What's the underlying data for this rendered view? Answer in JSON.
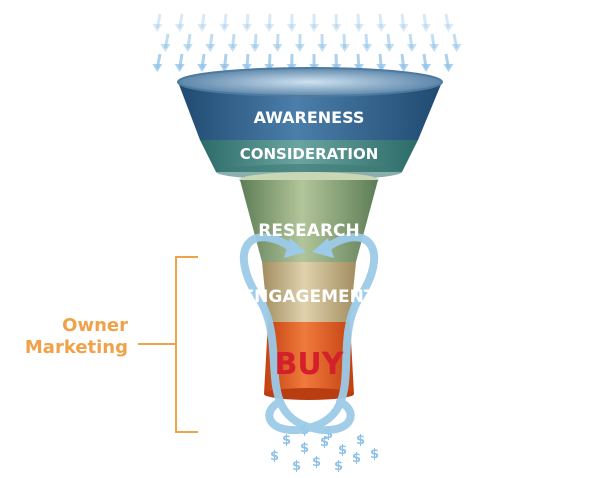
{
  "funnel": {
    "stages": [
      {
        "label": "AWARENESS",
        "color": "#2f5f8a"
      },
      {
        "label": "CONSIDERATION",
        "color": "#4f8f8c"
      },
      {
        "label": "RESEARCH",
        "color": "#8faa7c"
      },
      {
        "label": "ENGAGEMENT",
        "color": "#c7b58a"
      },
      {
        "label": "BUY",
        "color": "#e35b26"
      }
    ],
    "buy_text_color": "#d4202b",
    "money_symbol": "$"
  },
  "bracket": {
    "line1": "Owner",
    "line2": "Marketing",
    "color": "#f0a24a"
  },
  "arrows_color": "#8fc2e8",
  "loop_color": "#9ccbe8"
}
